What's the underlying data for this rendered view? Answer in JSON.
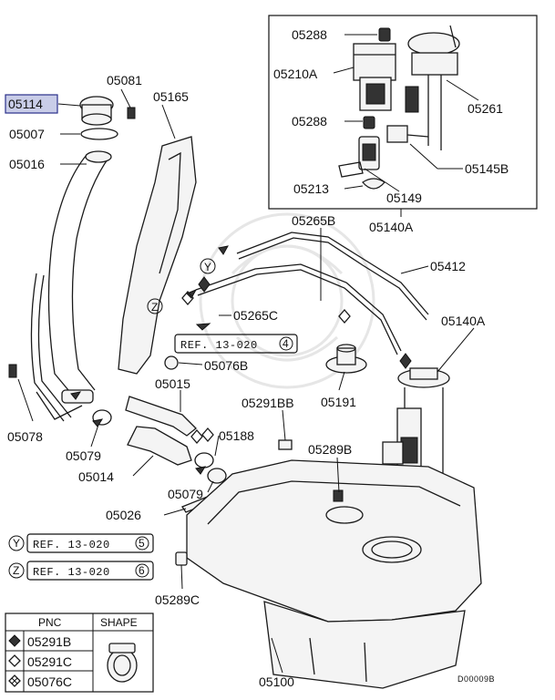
{
  "labels": {
    "p05288_top": "05288",
    "p05210A": "05210A",
    "p05261": "05261",
    "p05288_mid": "05288",
    "p05145B": "05145B",
    "p05213": "05213",
    "p05149": "05149",
    "p05140A_box": "05140A",
    "p05081": "05081",
    "p05165": "05165",
    "p05114": "05114",
    "p05007": "05007",
    "p05016": "05016",
    "p05265B": "05265B",
    "p05412": "05412",
    "p05265C": "05265C",
    "p05140A": "05140A",
    "p05076B": "05076B",
    "p05015": "05015",
    "p05291BB": "05291BB",
    "p05191": "05191",
    "p05078": "05078",
    "p05079_a": "05079",
    "p05188": "05188",
    "p05289B": "05289B",
    "p05014": "05014",
    "p05079_b": "05079",
    "p05026": "05026",
    "p05289C": "05289C",
    "p05100": "05100",
    "diagram_code": "D00009B"
  },
  "refs": {
    "ref_main": "REF. 13-020",
    "ref_main_num": "4",
    "y_mark": "Y",
    "z_mark": "Z",
    "ref_y": "REF. 13-020",
    "ref_y_num": "5",
    "ref_z": "REF. 13-020",
    "ref_z_num": "6"
  },
  "legend": {
    "col_pnc": "PNC",
    "col_shape": "SHAPE",
    "rows": [
      "05291B",
      "05291C",
      "05076C"
    ]
  }
}
